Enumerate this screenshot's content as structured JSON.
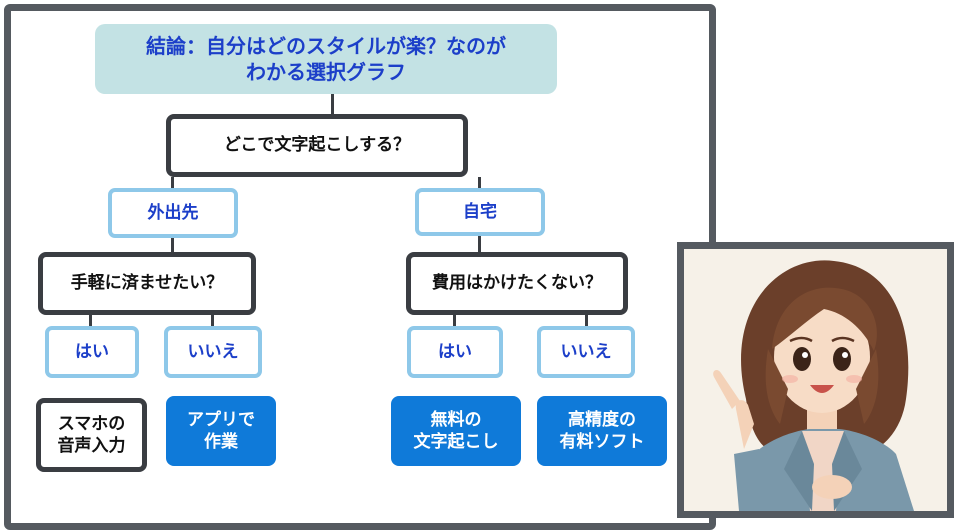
{
  "diagram": {
    "title": "結論：自分はどのスタイルが楽？なのが\nわかる選択グラフ",
    "root_question": "どこで文字起こしする？",
    "branches": [
      {
        "label": "外出先",
        "question": "手軽に済ませたい？",
        "options": [
          {
            "label": "はい",
            "result": "スマホの\n音声入力"
          },
          {
            "label": "いいえ",
            "result": "アプリで\n作業"
          }
        ]
      },
      {
        "label": "自宅",
        "question": "費用はかけたくない？",
        "options": [
          {
            "label": "はい",
            "result": "無料の\n文字起こし"
          },
          {
            "label": "いいえ",
            "result": "高精度の\n有料ソフト"
          }
        ]
      }
    ]
  },
  "colors": {
    "title_bg": "#c3e2e4",
    "title_text": "#1c3fc9",
    "option_border": "#8ec8e9",
    "result_blue": "#0f7ad9",
    "frame": "#555a60"
  }
}
